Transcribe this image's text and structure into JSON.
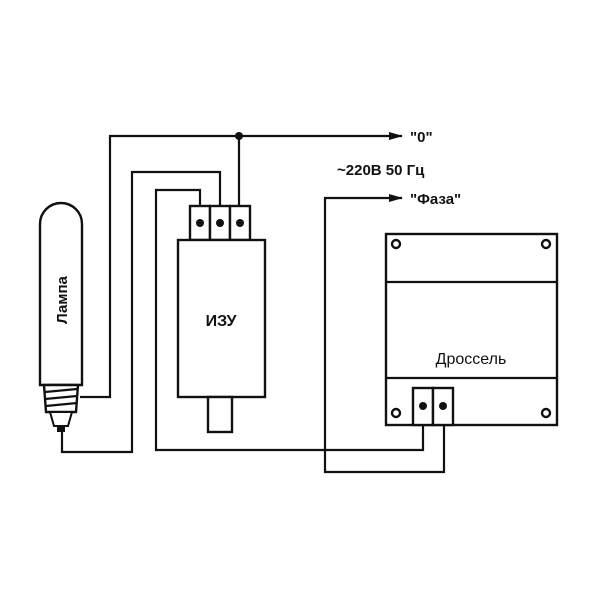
{
  "labels": {
    "zero": "\"0\"",
    "supply": "~220В 50 Гц",
    "phase": "\"Фаза\"",
    "lamp": "Лампа",
    "igniter": "ИЗУ",
    "choke": "Дроссель"
  },
  "colors": {
    "ink": "#111111",
    "background": "#ffffff"
  }
}
